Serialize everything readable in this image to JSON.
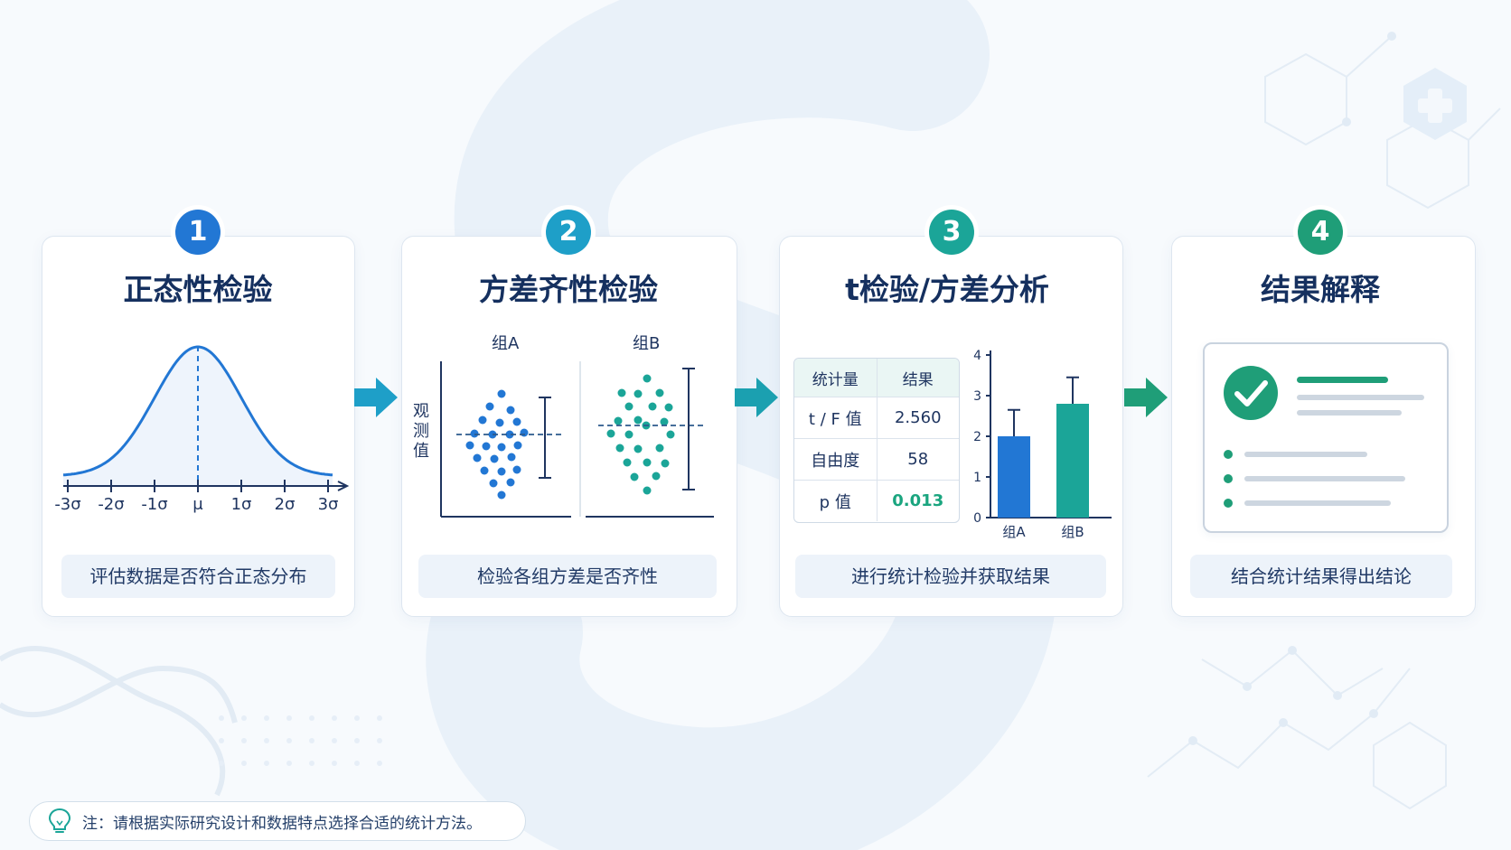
{
  "steps": [
    {
      "num": "1",
      "title": "正态性检验",
      "desc": "评估数据是否符合正态分布",
      "color": "#2277d4"
    },
    {
      "num": "2",
      "title": "方差齐性检验",
      "desc": "检验各组方差是否齐性",
      "color": "#1e9fc8"
    },
    {
      "num": "3",
      "title": "t检验/方差分析",
      "desc": "进行统计检验并获取结果",
      "color": "#1ba598"
    },
    {
      "num": "4",
      "title": "结果解释",
      "desc": "结合统计结果得出结论",
      "color": "#1f9e78"
    }
  ],
  "normal_curve": {
    "ticks": [
      "-3σ",
      "-2σ",
      "-1σ",
      "μ",
      "1σ",
      "2σ",
      "3σ"
    ]
  },
  "scatter": {
    "group_labels": [
      "组A",
      "组B"
    ],
    "y_label": [
      "观",
      "测",
      "值"
    ]
  },
  "result_table": {
    "header": [
      "统计量",
      "结果"
    ],
    "rows": [
      {
        "name": "t / F 值",
        "value": "2.560"
      },
      {
        "name": "自由度",
        "value": "58"
      },
      {
        "name": "p 值",
        "value": "0.013"
      }
    ]
  },
  "chart_data": {
    "type": "bar",
    "categories": [
      "组A",
      "组B"
    ],
    "values": [
      2.0,
      2.8
    ],
    "error": [
      0.65,
      0.65
    ],
    "ylim": [
      0,
      4
    ],
    "yticks": [
      "0",
      "1",
      "2",
      "3",
      "4"
    ],
    "colors": [
      "#2277d4",
      "#1ba598"
    ],
    "grid": false
  },
  "note": "注：请根据实际研究设计和数据特点选择合适的统计方法。",
  "colors": {
    "title": "#15305f",
    "accent_blue": "#2277d4",
    "accent_green": "#1f9e78"
  }
}
